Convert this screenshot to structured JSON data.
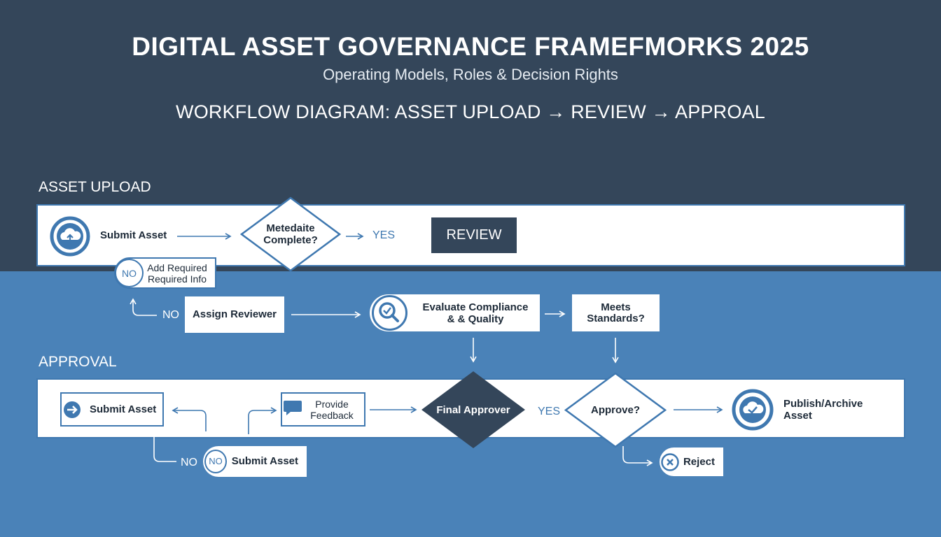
{
  "header": {
    "title": "DIGITAL ASSET GOVERNANCE FRAMEFMORKS 2025",
    "subtitle": "Operating Models, Roles & Decision Rights",
    "workflow_title": "WORKFLOW DIAGRAM: ASSET UPLOAD → REVIEW → APPROAL"
  },
  "upload": {
    "section_label": "ASSET UPLOAD",
    "submit_asset": "Submit Asset",
    "metadata_decision": "Metedaite Complete?",
    "yes_label": "YES",
    "review_button": "REVIEW",
    "no_badge": "NO",
    "add_required": "Add Required Required Info"
  },
  "review": {
    "no_label": "NO",
    "assign_reviewer": "Assign Reviewer",
    "evaluate": "Evaluate Compliance & & Quality",
    "meets_standards": "Meets Standards?"
  },
  "approval": {
    "section_label": "APPROVAL",
    "submit_asset": "Submit Asset",
    "provide_feedback": "Provide Feedback",
    "final_approver": "Final Approver",
    "yes_label": "YES",
    "approve_decision": "Approve?",
    "publish_archive": "Publish/Archive Asset",
    "no_label": "NO",
    "no_badge": "NO",
    "resubmit_asset": "Submit Asset",
    "reject": "Reject"
  },
  "colors": {
    "header_bg": "#34465a",
    "body_bg": "#4a82b8",
    "accent": "#3f78b0",
    "dark_node": "#34465a"
  },
  "icons": [
    "cloud-upload-icon",
    "magnify-check-icon",
    "arrow-right-circle-icon",
    "chat-bubble-icon",
    "cloud-check-icon",
    "close-circle-icon"
  ]
}
